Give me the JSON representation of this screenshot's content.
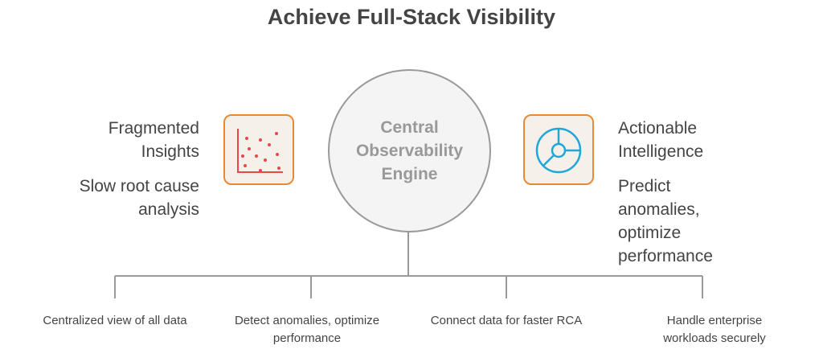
{
  "title": "Achieve Full-Stack Visibility",
  "center": "Central Observability Engine",
  "left": {
    "heading": "Fragmented Insights",
    "detail": "Slow root cause analysis",
    "icon": "scatter-plot-icon"
  },
  "right": {
    "heading": "Actionable Intelligence",
    "detail": "Predict anomalies, optimize performance",
    "icon": "pie-chart-icon"
  },
  "branches": [
    "Centralized view of all data",
    "Detect anomalies, optimize performance",
    "Connect data for faster RCA",
    "Handle enterprise workloads securely"
  ],
  "colors": {
    "box_border": "#e68a35",
    "scatter": "#e8484a",
    "pie": "#1ea7d8"
  }
}
